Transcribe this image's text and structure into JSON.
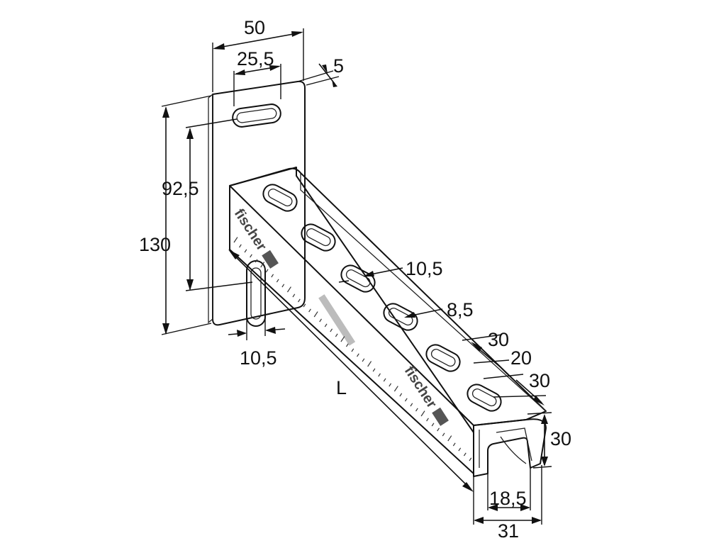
{
  "dimensions": {
    "plate_width": "50",
    "slot_width": "25,5",
    "plate_thickness": "5",
    "plate_height": "130",
    "slot_spacing": "92,5",
    "bottom_slot_width": "10,5",
    "rail_slot_width": "10,5",
    "rail_slot_height": "8,5",
    "slot_pitch_a": "30",
    "slot_length": "20",
    "slot_pitch_b": "30",
    "profile_height": "30",
    "profile_opening": "18,5",
    "profile_width": "31",
    "length": "L"
  },
  "markings": {
    "brand": "fischer"
  }
}
